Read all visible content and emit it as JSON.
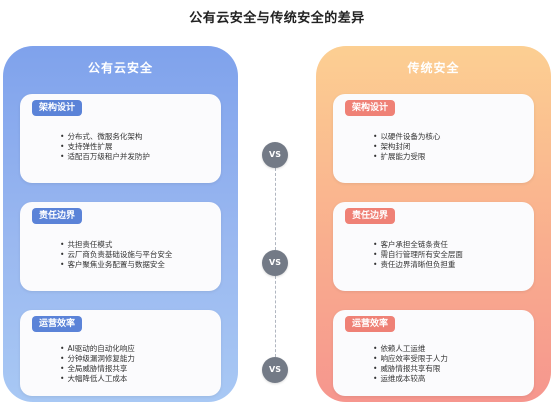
{
  "title": "公有云安全与传统安全的差异",
  "left": {
    "title": "公有云安全",
    "cards": [
      {
        "tag": "架构设计",
        "items": [
          "分布式、微服务化架构",
          "支持弹性扩展",
          "适配百万级租户并发防护"
        ]
      },
      {
        "tag": "责任边界",
        "items": [
          "共担责任模式",
          "云厂商负责基础设施与平台安全",
          "客户聚焦业务配置与数据安全"
        ]
      },
      {
        "tag": "运营效率",
        "items": [
          "AI驱动的自动化响应",
          "分钟级漏洞修复能力",
          "全局威胁情报共享",
          "大幅降低人工成本"
        ]
      }
    ]
  },
  "right": {
    "title": "传统安全",
    "cards": [
      {
        "tag": "架构设计",
        "items": [
          "以硬件设备为核心",
          "架构封闭",
          "扩展能力受限"
        ]
      },
      {
        "tag": "责任边界",
        "items": [
          "客户承担全链条责任",
          "需自行管理所有安全层面",
          "责任边界清晰但负担重"
        ]
      },
      {
        "tag": "运营效率",
        "items": [
          "依赖人工运维",
          "响应效率受限于人力",
          "威胁情报共享有限",
          "运维成本较高"
        ]
      }
    ]
  },
  "vs_label": "VS",
  "colors": {
    "left_accent": "#5b83d8",
    "right_accent": "#ef8176",
    "vs_badge": "#737a86"
  }
}
